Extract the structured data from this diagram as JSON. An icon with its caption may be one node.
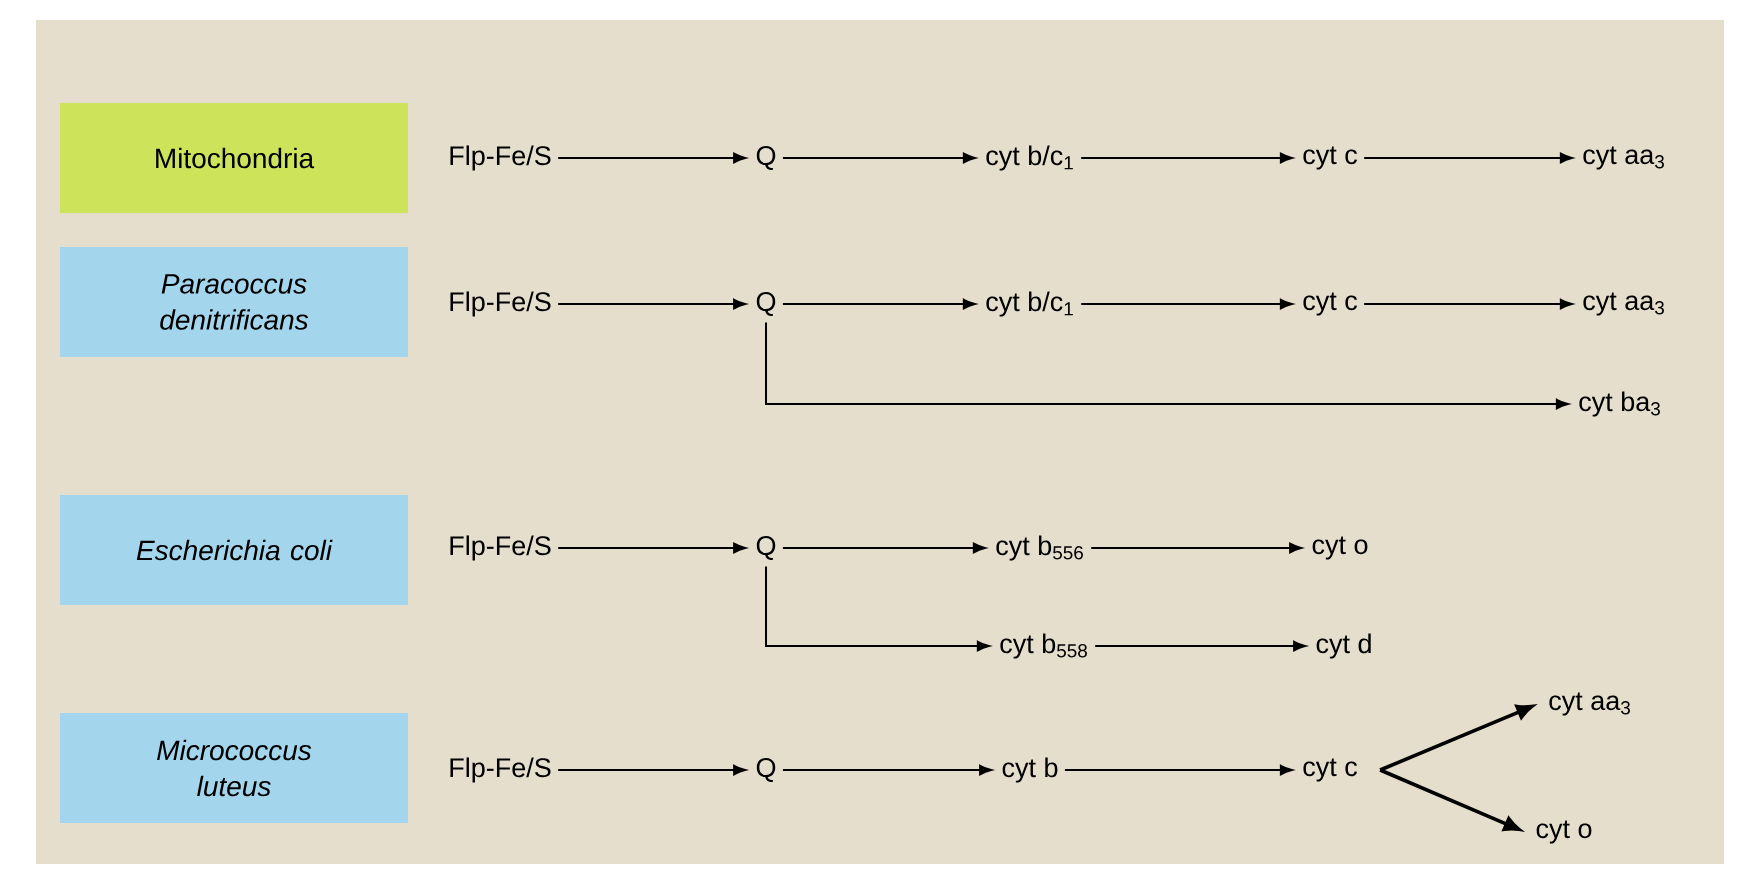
{
  "diagram": {
    "nodes": [
      {
        "text": [
          "Mitochondria"
        ]
      },
      {
        "text": [
          "Flp-Fe/S"
        ]
      },
      {
        "text": [
          "Q"
        ]
      },
      {
        "text": [
          "cyt b/c$_{1}$"
        ]
      },
      {
        "text": [
          "cyt c"
        ]
      },
      {
        "text": [
          "cyt aa$_{3}$"
        ]
      },
      {
        "text": [
          "Paracoccus denitrificans"
        ]
      },
      {
        "text": [
          "Flp-Fe/S"
        ]
      },
      {
        "text": [
          "Q"
        ]
      },
      {
        "text": [
          "cyt b/c$_{1}$"
        ]
      },
      {
        "text": [
          "cyt c"
        ]
      },
      {
        "text": [
          "cyt aa$_{3}$"
        ]
      },
      {
        "text": [
          "cyt ba$_{3}$"
        ]
      },
      {
        "text": [
          "Escherichia coli"
        ]
      },
      {
        "text": [
          "Flp-Fe/S"
        ]
      },
      {
        "text": [
          "Q"
        ]
      },
      {
        "text": [
          "cyt b$_{556}$"
        ]
      },
      {
        "text": [
          "cyt o"
        ]
      },
      {
        "text": [
          "cyt b$_{558}$"
        ]
      },
      {
        "text": [
          "cyt d"
        ]
      },
      {
        "text": [
          "Micrococcus luteus"
        ]
      },
      {
        "text": [
          "Flp-Fe/S"
        ]
      },
      {
        "text": [
          "Q"
        ]
      },
      {
        "text": [
          "cyt b"
        ]
      },
      {
        "text": [
          "cyt c"
        ]
      },
      {
        "text": [
          "cyt aa$_{3}$"
        ]
      },
      {
        "text": [
          "cyt o"
        ]
      }
    ],
    "edges": [
      {
        "from": 1,
        "to": 2,
        "arrow": "to"
      },
      {
        "from": 2,
        "to": 3,
        "arrow": "to"
      },
      {
        "from": 3,
        "to": 4,
        "arrow": "to"
      },
      {
        "from": 4,
        "to": 5,
        "arrow": "to"
      },
      {
        "from": 7,
        "to": 8,
        "arrow": "to"
      },
      {
        "from": 8,
        "to": 9,
        "arrow": "to"
      },
      {
        "from": 9,
        "to": 10,
        "arrow": "to"
      },
      {
        "from": 10,
        "to": 11,
        "arrow": "to"
      },
      {
        "from": 8,
        "to": 12,
        "arrow": "to"
      },
      {
        "from": 14,
        "to": 15,
        "arrow": "to"
      },
      {
        "from": 15,
        "to": 16,
        "arrow": "to"
      },
      {
        "from": 16,
        "to": 17,
        "arrow": "to"
      },
      {
        "from": 15,
        "to": 18,
        "arrow": "to"
      },
      {
        "from": 18,
        "to": 19,
        "arrow": "to"
      },
      {
        "from": 21,
        "to": 22,
        "arrow": "to"
      },
      {
        "from": 22,
        "to": 23,
        "arrow": "to"
      },
      {
        "from": 23,
        "to": 24,
        "arrow": "to"
      },
      {
        "from": 24,
        "to": 25,
        "arrow": "to"
      },
      {
        "from": 24,
        "to": 26,
        "arrow": "to"
      }
    ]
  }
}
